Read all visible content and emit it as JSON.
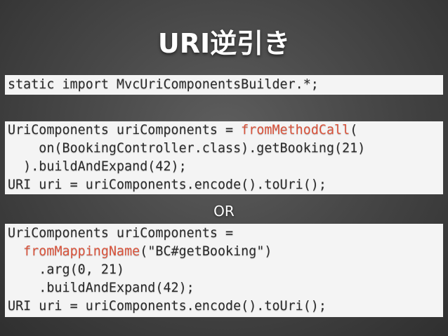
{
  "slide": {
    "title": "URI逆引き",
    "or_label": "OR",
    "box1": {
      "line1": "static import MvcUriComponentsBuilder.*;"
    },
    "box2": {
      "line1_pre": "UriComponents uriComponents = ",
      "line1_hl": "fromMethodCall",
      "line1_post": "(",
      "line2": "    on(BookingController.class).getBooking(21)",
      "line3": "  ).buildAndExpand(42);",
      "line4": "URI uri = uriComponents.encode().toUri();"
    },
    "box3": {
      "line1": "UriComponents uriComponents =",
      "line2_pre": "  ",
      "line2_hl": "fromMappingName",
      "line2_post": "(\"BC#getBooking\")",
      "line3": "    .arg(0, 21)",
      "line4": "    .buildAndExpand(42);",
      "line5": "URI uri = uriComponents.encode().toUri();"
    },
    "colors": {
      "background": "#4a4a4a",
      "code_background": "#f4f4f4",
      "code_text": "#2a2a2a",
      "method_highlight": "#d9533b",
      "title_text": "#ffffff"
    }
  }
}
